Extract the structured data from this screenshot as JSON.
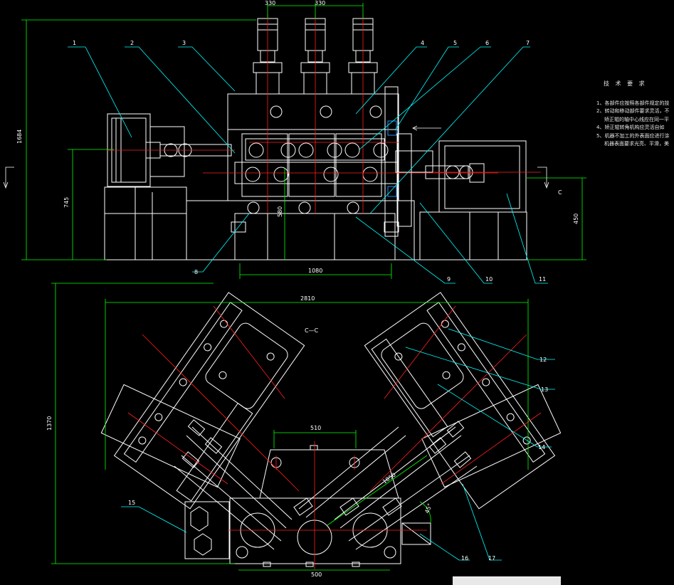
{
  "front_view": {
    "dims": {
      "top_left": "330",
      "top_right": "330",
      "height_left": "1684",
      "height_mid": "745",
      "height_inner": "580",
      "width_bottom": "1080",
      "height_right": "450"
    },
    "section_marks": {
      "left_arrow": "",
      "right_arrow": "C"
    }
  },
  "top_view": {
    "title": "C—C",
    "dims": {
      "overall_width": "2810",
      "overall_height": "1370",
      "spacing": "510",
      "diagonal": "1850",
      "angle": "45°",
      "bottom": "500"
    }
  },
  "callouts": [
    "1",
    "2",
    "3",
    "4",
    "5",
    "6",
    "7",
    "8",
    "9",
    "10",
    "11",
    "12",
    "13",
    "14",
    "15",
    "16",
    "17"
  ],
  "notes": {
    "title": "技 术 要 求",
    "lines": [
      "1、各部件应按照各部件规定的技",
      "2、转动和移动部件要求灵活，不",
      "矫正辊的轴中心线应在同一平",
      "4、矫正辊转角机构应灵活自如",
      "5、机器不加工的外表面应进行涂",
      "机器表面要求光亮、平滑，美"
    ]
  },
  "colors": {
    "line": "#ffffff",
    "red": "#ff2020",
    "cyan": "#00ffff",
    "green": "#00ff00",
    "blue": "#1e90ff",
    "yellow": "#ffff00"
  }
}
